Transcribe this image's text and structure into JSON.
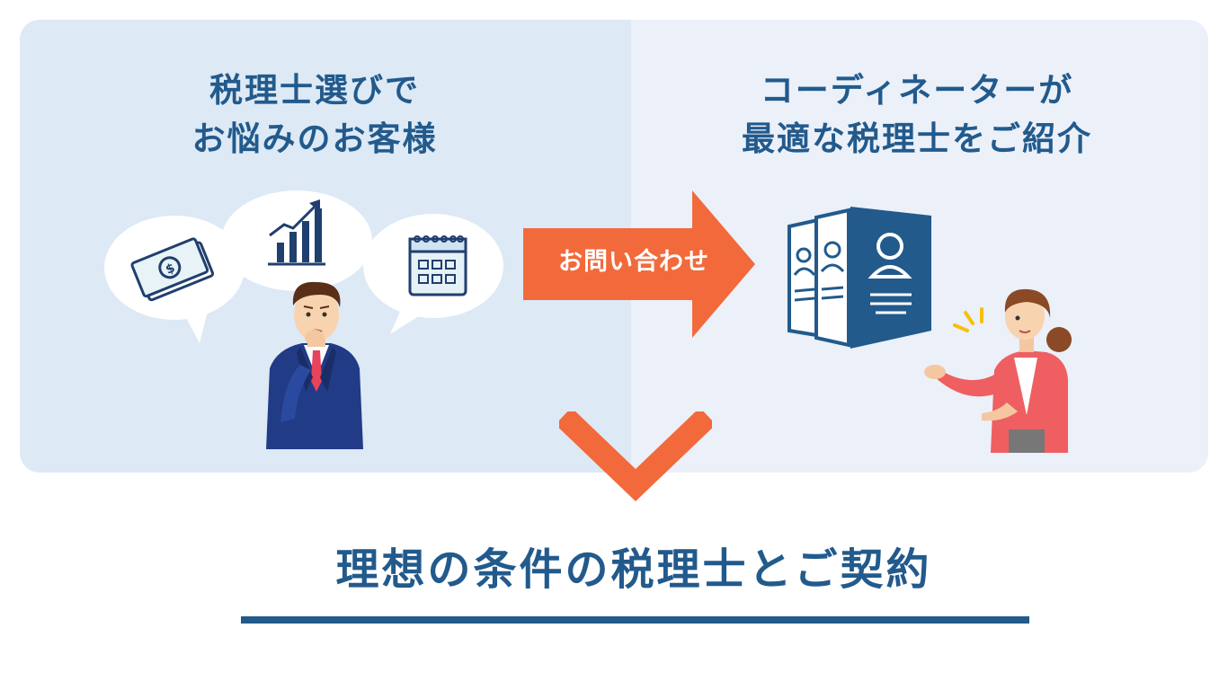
{
  "left_panel": {
    "heading_line1": "税理士選びで",
    "heading_line2": "お悩みのお客様"
  },
  "right_panel": {
    "heading_line1": "コーディネーターが",
    "heading_line2": "最適な税理士をご紹介"
  },
  "arrow": {
    "label": "お問い合わせ"
  },
  "result": {
    "title": "理想の条件の税理士とご契約"
  },
  "colors": {
    "primary_blue": "#225a8c",
    "accent_orange": "#f26a3b",
    "left_bg": "#dde9f5",
    "right_bg": "#ebf0f9"
  },
  "icons": [
    "money-icon",
    "growth-chart-icon",
    "calendar-icon",
    "profile-documents-icon"
  ]
}
